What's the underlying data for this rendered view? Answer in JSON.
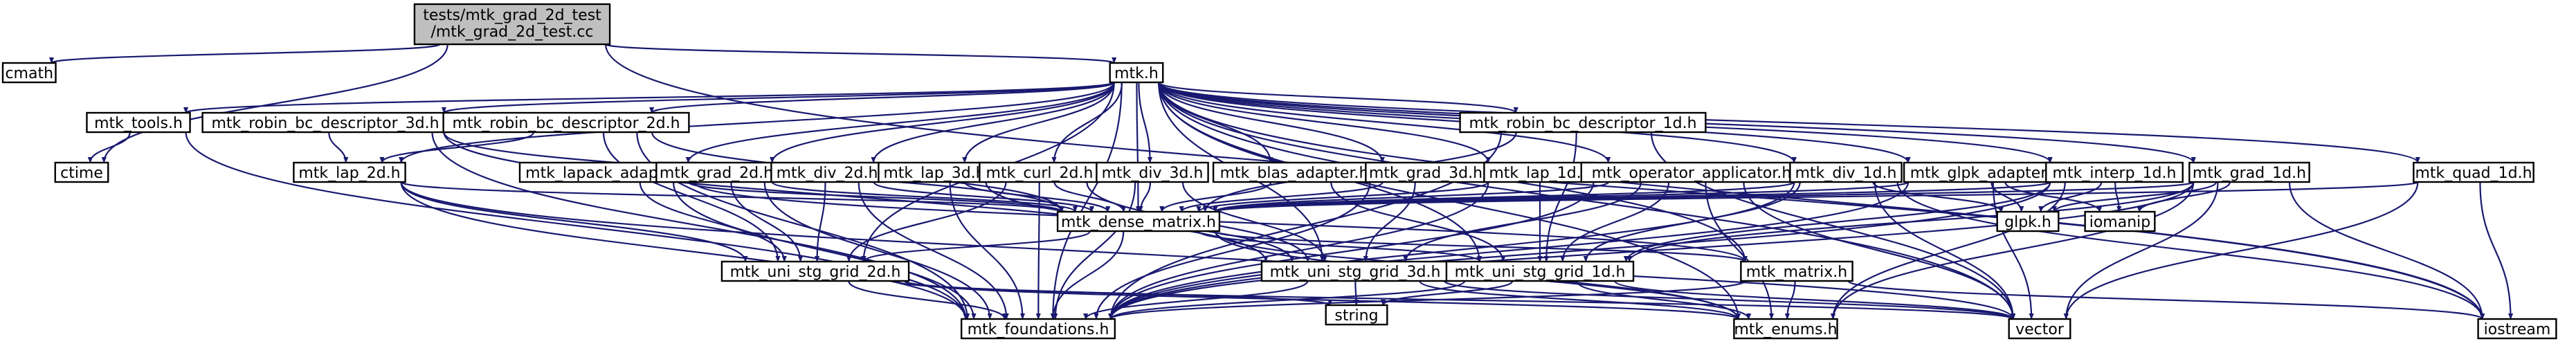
{
  "colors": {
    "edge": "#191970",
    "node_border": "#000000",
    "root_fill": "#bfbfbf",
    "node_fill": "#ffffff",
    "background": "#ffffff"
  },
  "nodes": [
    {
      "id": "root",
      "lines": [
        "tests/mtk_grad_2d_test",
        "/mtk_grad_2d_test.cc"
      ],
      "root": true
    },
    {
      "id": "cmath",
      "lines": [
        "cmath"
      ]
    },
    {
      "id": "ctime",
      "lines": [
        "ctime"
      ]
    },
    {
      "id": "mtk_h",
      "lines": [
        "mtk.h"
      ]
    },
    {
      "id": "iostream",
      "lines": [
        "iostream"
      ]
    },
    {
      "id": "mtk_tools_h",
      "lines": [
        "mtk_tools.h"
      ]
    },
    {
      "id": "robin3d",
      "lines": [
        "mtk_robin_bc_descriptor_3d.h"
      ]
    },
    {
      "id": "robin2d",
      "lines": [
        "mtk_robin_bc_descriptor_2d.h"
      ]
    },
    {
      "id": "robin1d",
      "lines": [
        "mtk_robin_bc_descriptor_1d.h"
      ]
    },
    {
      "id": "lap2d",
      "lines": [
        "mtk_lap_2d.h"
      ]
    },
    {
      "id": "lapack",
      "lines": [
        "mtk_lapack_adapter.h"
      ]
    },
    {
      "id": "grad2d",
      "lines": [
        "mtk_grad_2d.h"
      ]
    },
    {
      "id": "div2d",
      "lines": [
        "mtk_div_2d.h"
      ]
    },
    {
      "id": "lap3d",
      "lines": [
        "mtk_lap_3d.h"
      ]
    },
    {
      "id": "curl2d",
      "lines": [
        "mtk_curl_2d.h"
      ]
    },
    {
      "id": "div3d",
      "lines": [
        "mtk_div_3d.h"
      ]
    },
    {
      "id": "blas",
      "lines": [
        "mtk_blas_adapter.h"
      ]
    },
    {
      "id": "grad3d",
      "lines": [
        "mtk_grad_3d.h"
      ]
    },
    {
      "id": "lap1d",
      "lines": [
        "mtk_lap_1d.h"
      ]
    },
    {
      "id": "opapp",
      "lines": [
        "mtk_operator_applicator.h"
      ]
    },
    {
      "id": "div1d",
      "lines": [
        "mtk_div_1d.h"
      ]
    },
    {
      "id": "glpkad",
      "lines": [
        "mtk_glpk_adapter.h"
      ]
    },
    {
      "id": "interp1d",
      "lines": [
        "mtk_interp_1d.h"
      ]
    },
    {
      "id": "grad1d",
      "lines": [
        "mtk_grad_1d.h"
      ]
    },
    {
      "id": "quad1d",
      "lines": [
        "mtk_quad_1d.h"
      ]
    },
    {
      "id": "dense",
      "lines": [
        "mtk_dense_matrix.h"
      ]
    },
    {
      "id": "glpk",
      "lines": [
        "glpk.h"
      ]
    },
    {
      "id": "iomanip",
      "lines": [
        "iomanip"
      ]
    },
    {
      "id": "ug2d",
      "lines": [
        "mtk_uni_stg_grid_2d.h"
      ]
    },
    {
      "id": "ug3d",
      "lines": [
        "mtk_uni_stg_grid_3d.h"
      ]
    },
    {
      "id": "ug1d",
      "lines": [
        "mtk_uni_stg_grid_1d.h"
      ]
    },
    {
      "id": "matrix",
      "lines": [
        "mtk_matrix.h"
      ]
    },
    {
      "id": "found",
      "lines": [
        "mtk_foundations.h"
      ]
    },
    {
      "id": "string",
      "lines": [
        "string"
      ]
    },
    {
      "id": "enums",
      "lines": [
        "mtk_enums.h"
      ]
    },
    {
      "id": "vector",
      "lines": [
        "vector"
      ]
    }
  ]
}
